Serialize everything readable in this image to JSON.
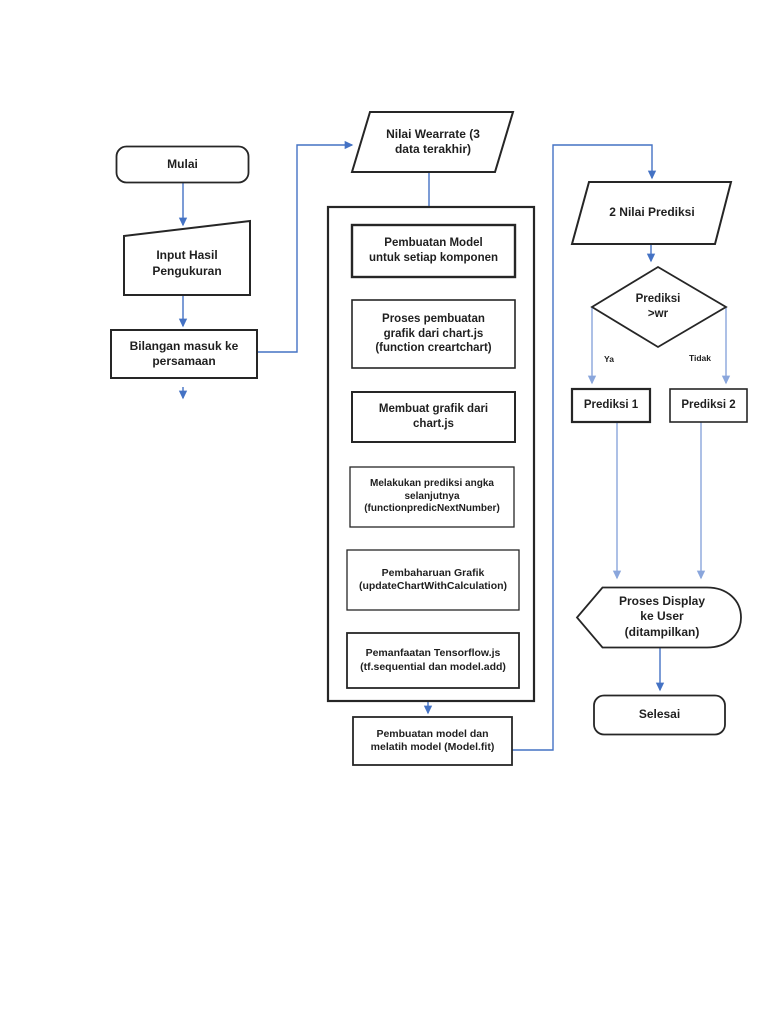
{
  "diagram": {
    "colors": {
      "background": "#ffffff",
      "shape_border": "#262626",
      "shape_fill": "#ffffff",
      "connector": "#4472c4",
      "connector_light": "#8aa6dc",
      "text": "#1f1f1f"
    },
    "nodes": {
      "mulai": {
        "label": "Mulai",
        "type": "terminator"
      },
      "input_pengukuran": {
        "label": "Input Hasil\nPengukuran",
        "type": "manual-input"
      },
      "bilangan_persamaan": {
        "label": "Bilangan masuk ke\npersamaan",
        "type": "process"
      },
      "nilai_wearrate": {
        "label": "Nilai Wearrate (3\ndata terakhir)",
        "type": "data"
      },
      "pembuatan_model_komponen": {
        "label": "Pembuatan Model\nuntuk setiap komponen",
        "type": "process"
      },
      "proses_pembuatan_grafik": {
        "label": "Proses pembuatan\ngrafik dari chart.js\n(function creartchart)",
        "type": "process"
      },
      "membuat_grafik": {
        "label": "Membuat grafik dari\nchart.js",
        "type": "process"
      },
      "melakukan_prediksi": {
        "label": "Melakukan prediksi angka\nselanjutnya\n(functionpredicNextNumber)",
        "type": "process"
      },
      "pembaharuan_grafik": {
        "label": "Pembaharuan Grafik\n(updateChartWithCalculation)",
        "type": "process"
      },
      "pemanfaatan_tensorflow": {
        "label": "Pemanfaatan Tensorflow.js\n(tf.sequential dan model.add)",
        "type": "process"
      },
      "pembuatan_melatih_model": {
        "label": "Pembuatan model dan\nmelatih model (Model.fit)",
        "type": "process"
      },
      "dua_nilai_prediksi": {
        "label": "2 Nilai Prediksi",
        "type": "data"
      },
      "decision_prediksi": {
        "label": "Prediksi\n>wr",
        "type": "decision"
      },
      "prediksi_1": {
        "label": "Prediksi 1",
        "type": "process"
      },
      "prediksi_2": {
        "label": "Prediksi 2",
        "type": "process"
      },
      "proses_display": {
        "label": "Proses Display\nke User\n(ditampilkan)",
        "type": "display"
      },
      "selesai": {
        "label": "Selesai",
        "type": "terminator"
      }
    },
    "edge_labels": {
      "yes": "Ya",
      "no": "Tidak"
    },
    "edges": [
      {
        "from": "mulai",
        "to": "input_pengukuran"
      },
      {
        "from": "input_pengukuran",
        "to": "bilangan_persamaan"
      },
      {
        "from": "bilangan_persamaan",
        "to": "nilai_wearrate"
      },
      {
        "from": "nilai_wearrate",
        "to": "pembuatan_model_komponen"
      },
      {
        "from": "pembuatan_model_komponen",
        "to": "proses_pembuatan_grafik"
      },
      {
        "from": "proses_pembuatan_grafik",
        "to": "membuat_grafik"
      },
      {
        "from": "membuat_grafik",
        "to": "melakukan_prediksi"
      },
      {
        "from": "melakukan_prediksi",
        "to": "pembaharuan_grafik"
      },
      {
        "from": "pembaharuan_grafik",
        "to": "pemanfaatan_tensorflow"
      },
      {
        "from": "pemanfaatan_tensorflow",
        "to": "pembuatan_melatih_model"
      },
      {
        "from": "pembuatan_melatih_model",
        "to": "dua_nilai_prediksi"
      },
      {
        "from": "dua_nilai_prediksi",
        "to": "decision_prediksi"
      },
      {
        "from": "decision_prediksi",
        "to": "prediksi_1",
        "label": "Ya"
      },
      {
        "from": "decision_prediksi",
        "to": "prediksi_2",
        "label": "Tidak"
      },
      {
        "from": "prediksi_1",
        "to": "proses_display"
      },
      {
        "from": "prediksi_2",
        "to": "proses_display"
      },
      {
        "from": "proses_display",
        "to": "selesai"
      }
    ]
  }
}
